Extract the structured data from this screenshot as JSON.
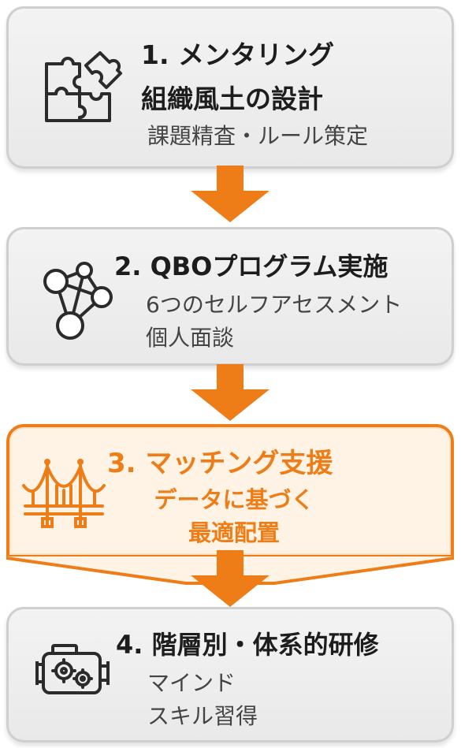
{
  "steps": [
    {
      "title_line1": "1. メンタリング",
      "title_line2": "組織風土の設計",
      "desc_line1": "課題精査・ルール策定",
      "icon": "puzzle-icon"
    },
    {
      "title_line1": "2. QBOプログラム実施",
      "desc_line1": "6つのセルフアセスメント",
      "desc_line2": "個人面談",
      "icon": "network-icon"
    },
    {
      "title_line1": "3. マッチング支援",
      "desc_line1": "データに基づく",
      "desc_line2": "最適配置",
      "icon": "bridge-icon"
    },
    {
      "title_line1": "4. 階層別・体系的研修",
      "desc_line1": "マインド",
      "desc_line2": "スキル習得",
      "icon": "engine-gears-icon"
    }
  ],
  "colors": {
    "accent": "#ef7d17",
    "card_bg": "#eeeeee",
    "card_border": "#cfcfcf",
    "text_dark": "#1d1d1d",
    "text_gray": "#444444"
  }
}
